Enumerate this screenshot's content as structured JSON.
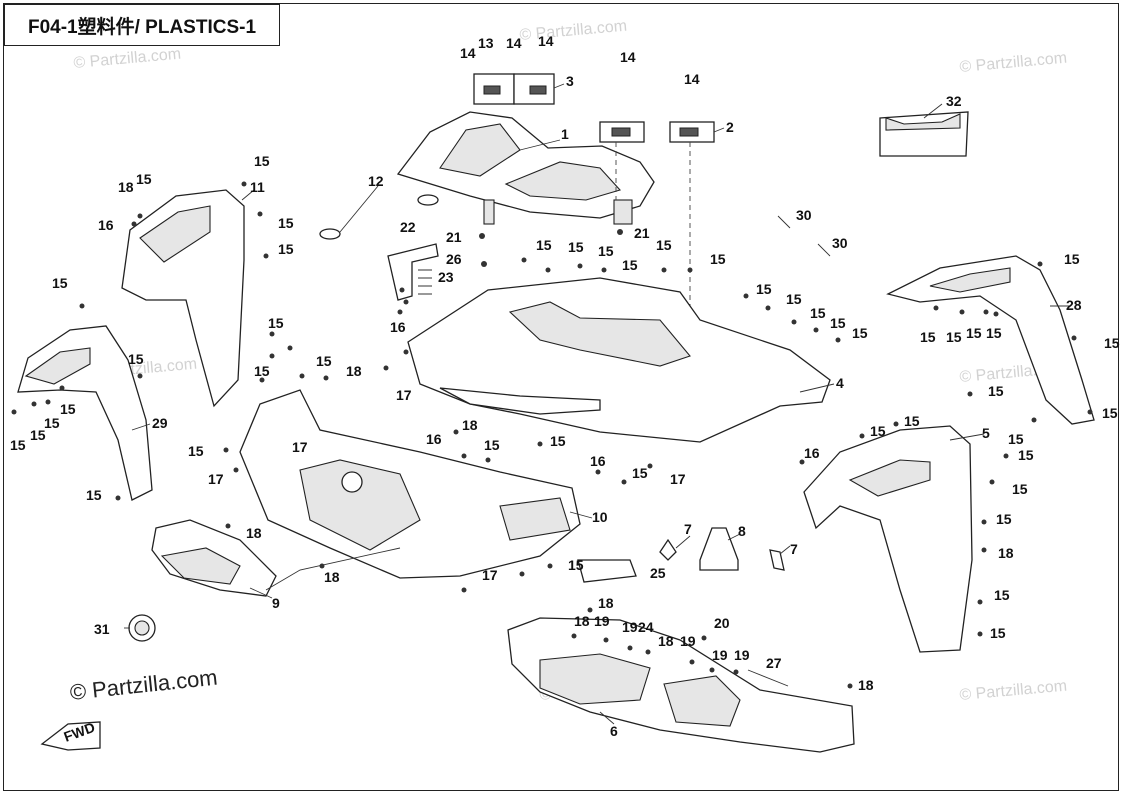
{
  "title": "F04-1塑料件/ PLASTICS-1",
  "copyright": "© Partzilla.com",
  "watermark": "© Partzilla.com",
  "fwd_label": "FWD",
  "callouts": [
    "1",
    "2",
    "3",
    "4",
    "5",
    "6",
    "7",
    "8",
    "9",
    "10",
    "11",
    "12",
    "13",
    "14",
    "15",
    "16",
    "17",
    "18",
    "19",
    "20",
    "21",
    "22",
    "23",
    "24",
    "25",
    "26",
    "27",
    "28",
    "29",
    "30",
    "31",
    "32"
  ]
}
